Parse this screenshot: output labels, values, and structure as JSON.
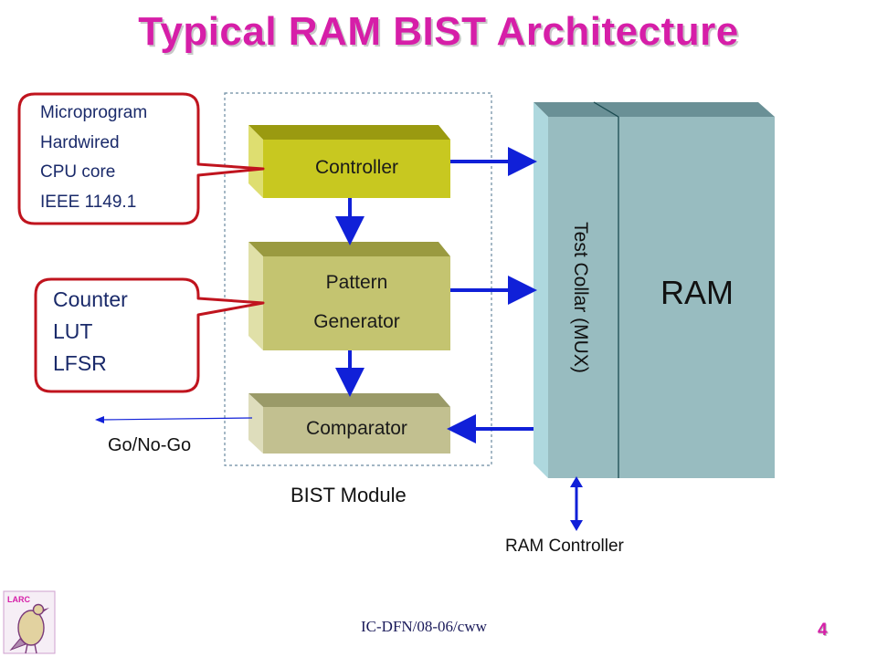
{
  "title": "Typical RAM BIST Architecture",
  "controller_options": [
    "Microprogram",
    "Hardwired",
    "CPU core",
    "IEEE 1149.1"
  ],
  "pattern_options": [
    "Counter",
    "LUT",
    "LFSR"
  ],
  "blocks": {
    "controller": "Controller",
    "pattern_line1": "Pattern",
    "pattern_line2": "Generator",
    "comparator": "Comparator",
    "test_collar": "Test Collar (MUX)",
    "ram": "RAM"
  },
  "labels": {
    "bist_module": "BIST Module",
    "go_nogo": "Go/No-Go",
    "ram_controller": "RAM Controller"
  },
  "footer": "IC-DFN/08-06/cww",
  "page_number": "4",
  "logo_text": "LARC",
  "colors": {
    "title": "#d61ea8",
    "callout_border": "#c0141e",
    "arrow": "#1020d8",
    "controller_face": "#c8c820",
    "pattern_face": "#c4c470",
    "comparator_face": "#c2c090",
    "collar": "#90b8c0",
    "ram": "#98bcc0"
  }
}
